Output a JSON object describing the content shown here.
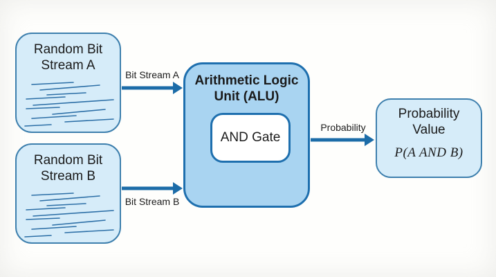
{
  "diagram": {
    "nodes": {
      "stream_a": {
        "title_line1": "Random Bit",
        "title_line2": "Stream A"
      },
      "stream_b": {
        "title_line1": "Random Bit",
        "title_line2": "Stream B"
      },
      "alu": {
        "title_line1": "Arithmetic Logic",
        "title_line2": "Unit (ALU)",
        "gate_label": "AND Gate"
      },
      "output": {
        "title_line1": "Probability",
        "title_line2": "Value",
        "formula": "P(A AND B)"
      }
    },
    "edges": {
      "a_to_alu": {
        "label": "Bit Stream A"
      },
      "b_to_alu": {
        "label": "Bit Stream B"
      },
      "alu_to_output": {
        "label": "Probability"
      }
    },
    "icons": {
      "stream_a_icon": "scribble-lines-icon",
      "stream_b_icon": "scribble-lines-icon",
      "arrow_icon": "right-arrow-icon"
    },
    "colors": {
      "background": "#fefefc",
      "text": "#1a1a1a",
      "light_node_fill": "#d6ecf9",
      "light_node_border": "#3d7fad",
      "alu_fill": "#a9d4f1",
      "alu_border": "#1e6fae",
      "gate_fill": "#ffffff",
      "arrow": "#1c6ca8",
      "scribble": "#2b6ea6"
    }
  }
}
